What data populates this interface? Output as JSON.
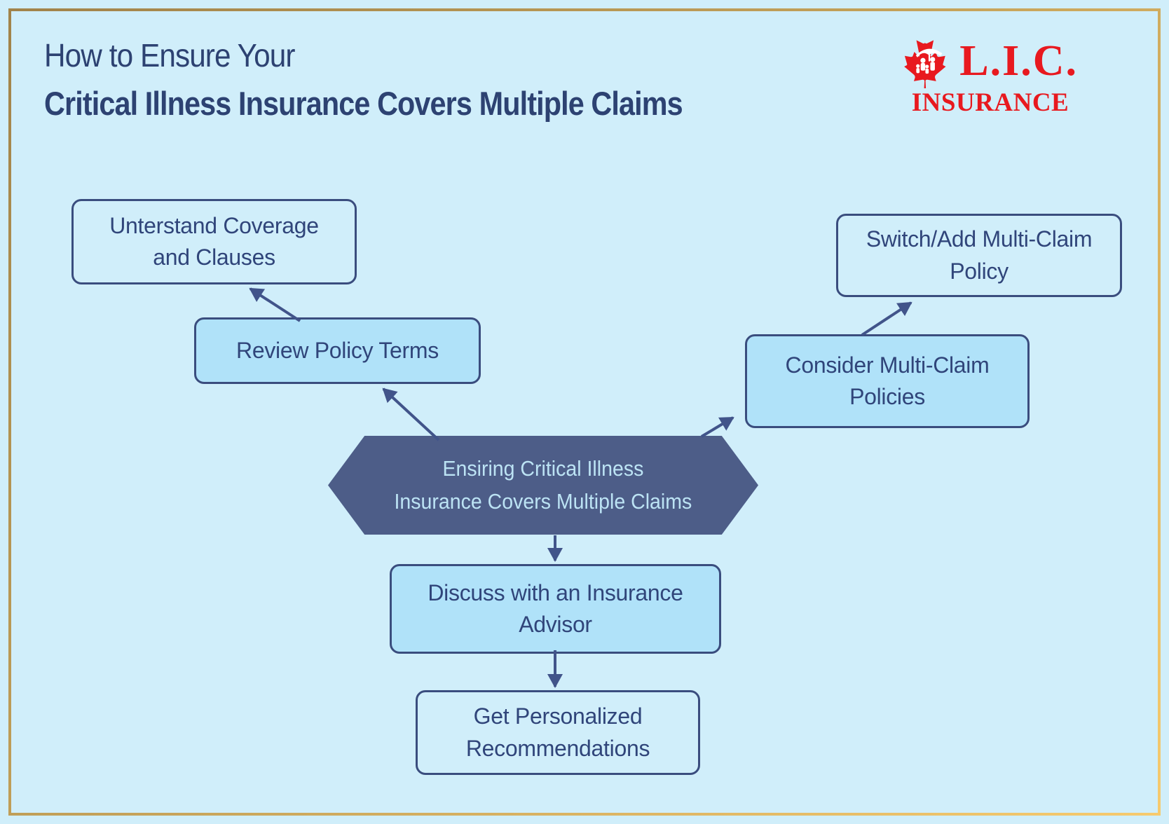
{
  "header": {
    "title_line1": "How to Ensure Your",
    "title_line2": "Critical Illness Insurance Covers Multiple Claims"
  },
  "logo": {
    "name": "L.I.C.",
    "subtitle": "INSURANCE",
    "icon": "maple-leaf-with-family-under-umbrella",
    "brand_color": "#e8191f"
  },
  "flowchart": {
    "center_node": {
      "shape": "hexagon",
      "lines": [
        "Ensiring Critical Illness",
        "Insurance Covers Multiple Claims"
      ]
    },
    "nodes": [
      {
        "id": "understand-coverage",
        "style": "outlined",
        "lines": [
          "Unterstand Coverage",
          "and Clauses"
        ]
      },
      {
        "id": "review-policy-terms",
        "style": "filled",
        "lines": [
          "Review Policy Terms"
        ]
      },
      {
        "id": "switch-add-policy",
        "style": "outlined",
        "lines": [
          "Switch/Add Multi-Claim",
          "Policy"
        ]
      },
      {
        "id": "consider-policies",
        "style": "filled",
        "lines": [
          "Consider Multi-Claim",
          "Policies"
        ]
      },
      {
        "id": "discuss-advisor",
        "style": "filled",
        "lines": [
          "Discuss with an Insurance",
          "Advisor"
        ]
      },
      {
        "id": "get-recommendations",
        "style": "outlined",
        "lines": [
          "Get Personalized",
          "Recommendations"
        ]
      }
    ],
    "edges": [
      {
        "from": "center-hexagon",
        "to": "review-policy-terms"
      },
      {
        "from": "review-policy-terms",
        "to": "understand-coverage"
      },
      {
        "from": "center-hexagon",
        "to": "consider-policies"
      },
      {
        "from": "consider-policies",
        "to": "switch-add-policy"
      },
      {
        "from": "center-hexagon",
        "to": "discuss-advisor"
      },
      {
        "from": "discuss-advisor",
        "to": "get-recommendations"
      }
    ]
  },
  "colors": {
    "background": "#d0eefa",
    "frame_gold_start": "#a1834a",
    "frame_gold_end": "#f6ca6e",
    "node_border": "#3a4d7e",
    "node_fill": "#b0e2f9",
    "node_text": "#30457a",
    "hexagon_fill": "#4d5d88",
    "hexagon_text": "#bce3f4",
    "arrow": "#41548a",
    "title_text": "#2d4272",
    "logo_red": "#e8191f"
  }
}
